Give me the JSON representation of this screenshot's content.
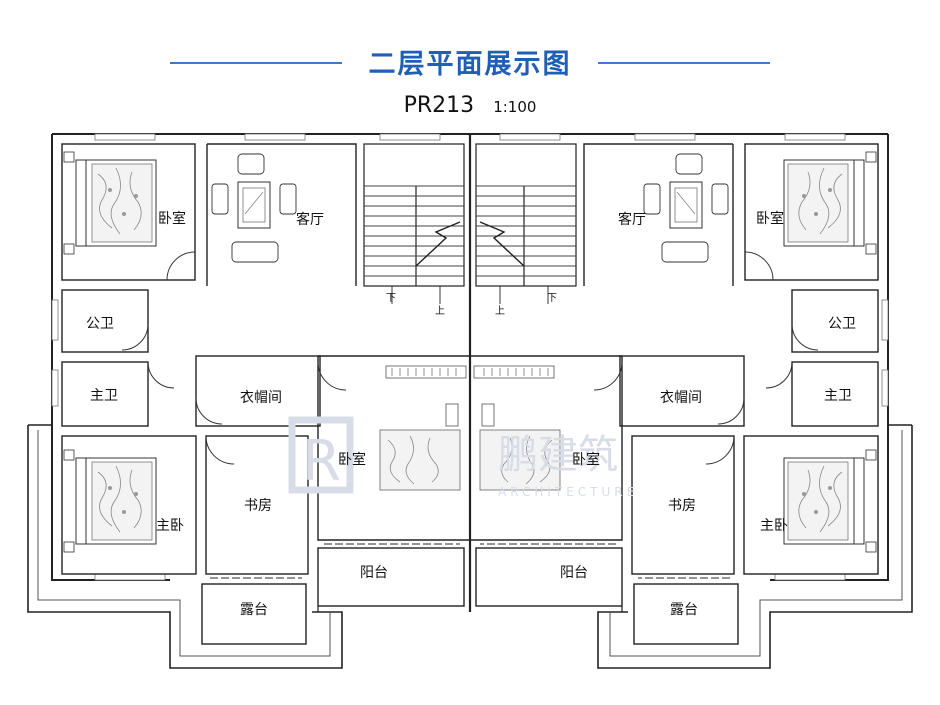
{
  "header": {
    "title": "二层平面展示图",
    "plan_code": "PR213",
    "scale": "1:100"
  },
  "rooms": {
    "bedroom": "卧室",
    "living": "客厅",
    "public_bath": "公卫",
    "master_bath": "主卫",
    "cloakroom": "衣帽间",
    "study": "书房",
    "master_bedroom": "主卧",
    "balcony": "阳台",
    "terrace": "露台"
  },
  "stairs": {
    "down": "下",
    "up": "上"
  },
  "watermark": {
    "logo": "R",
    "brand": "鹏建筑",
    "sub": "ARCHITECTURE"
  },
  "colors": {
    "title": "#1f5fb5",
    "line": "#222222",
    "wall_fill": "#ffffff",
    "window": "#9a9a9a",
    "watermark": "#d8dce6"
  }
}
